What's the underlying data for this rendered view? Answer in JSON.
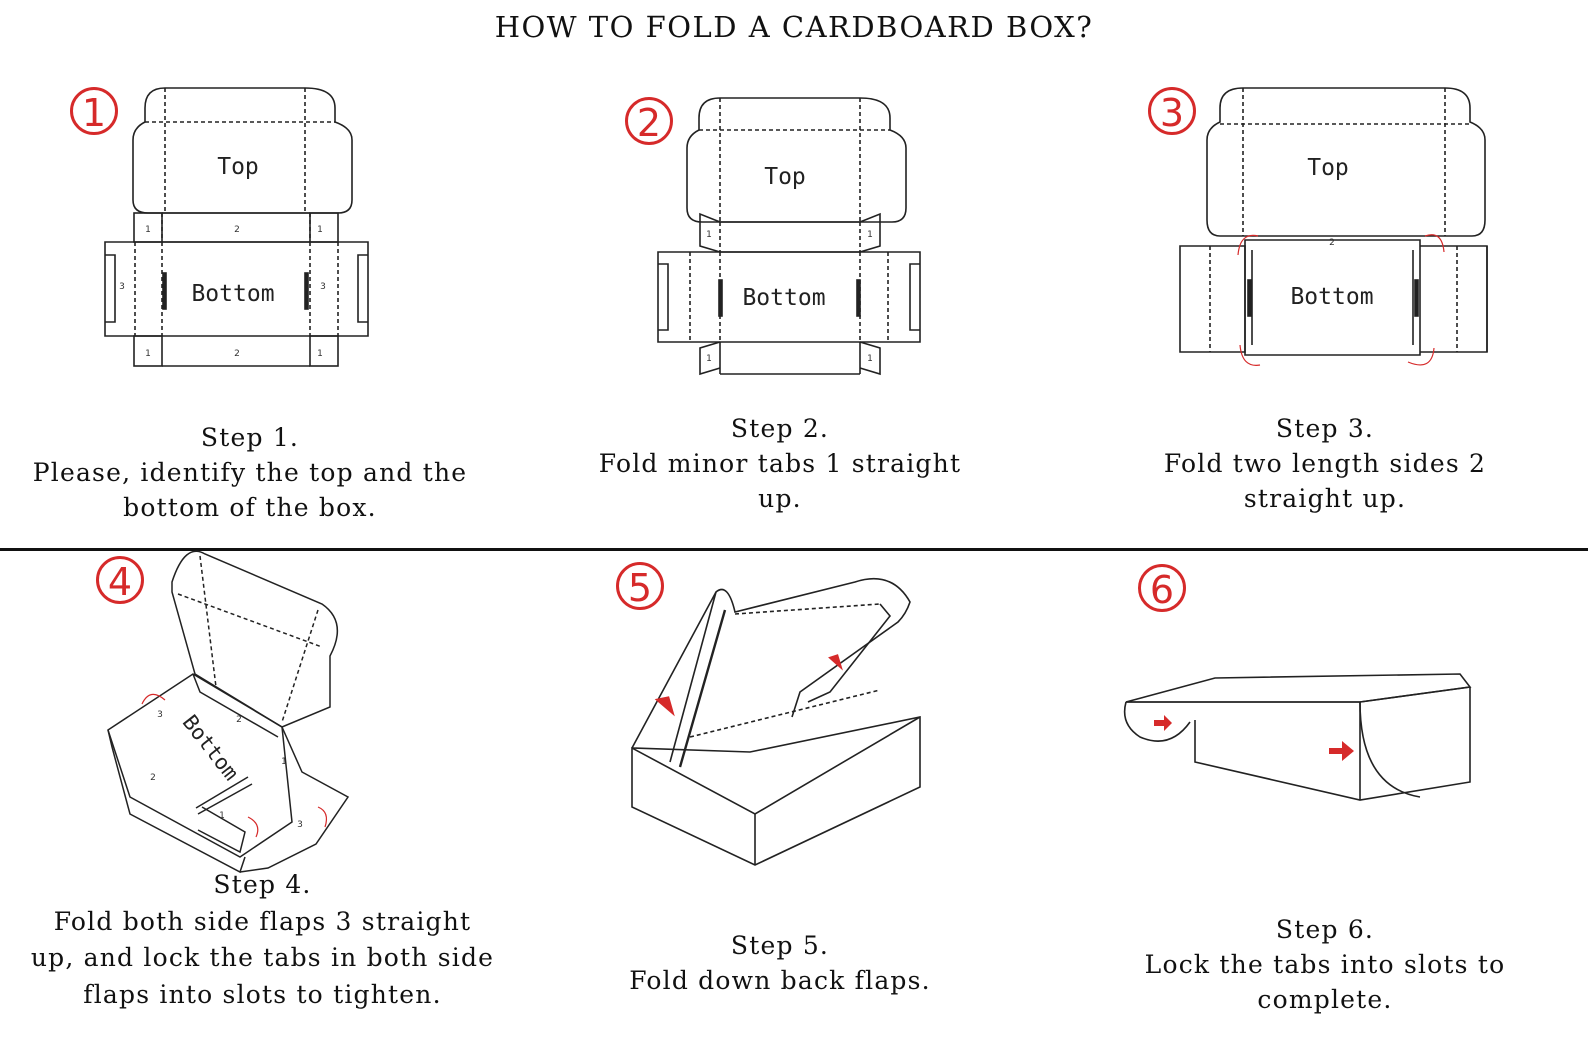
{
  "title": "HOW TO FOLD A CARDBOARD BOX?",
  "panel_labels": {
    "top": "Top",
    "bottom": "Bottom",
    "tab_1": "1",
    "tab_2": "2",
    "tab_3": "3"
  },
  "steps": [
    {
      "number": "1",
      "step": "Step 1.",
      "text": "Please, identify the top and the bottom of the box."
    },
    {
      "number": "2",
      "step": "Step 2.",
      "text": "Fold minor tabs 1 straight up."
    },
    {
      "number": "3",
      "step": "Step 3.",
      "text": "Fold two length sides 2 straight up."
    },
    {
      "number": "4",
      "step": "Step 4.",
      "text": "Fold both side flaps 3 straight up, and lock the tabs in both side flaps into slots to tighten."
    },
    {
      "number": "5",
      "step": "Step 5.",
      "text": "Fold down back flaps."
    },
    {
      "number": "6",
      "step": "Step 6.",
      "text": "Lock the tabs into slots to complete."
    }
  ],
  "colors": {
    "accent": "#d62a2a",
    "line": "#222222"
  }
}
